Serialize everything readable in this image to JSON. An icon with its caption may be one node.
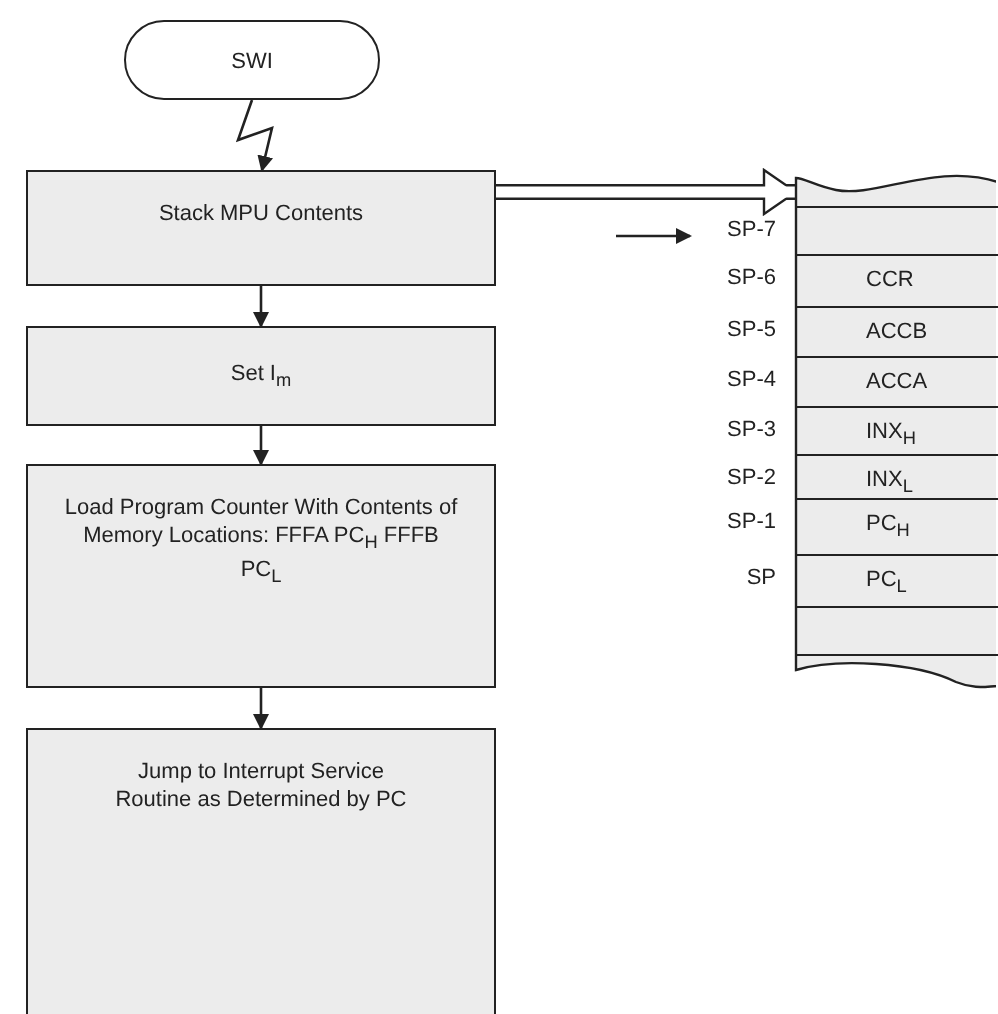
{
  "diagram": {
    "nodes": [
      {
        "text": [
          "SWI"
        ]
      },
      {
        "text": [
          "Stack MPU Contents"
        ]
      },
      {
        "text": [
          "Set I$_{m}$"
        ]
      },
      {
        "text": [
          "Load Program Counter With Contents of Memory Locations: FFFA PC$_{H}$ FFFB PC$_{L}$"
        ]
      },
      {
        "text": [
          "Jump to Interrupt Service Routine as Determined by PC"
        ]
      },
      {
        "text": [],
        "shape": "box"
      },
      {
        "text": [],
        "shape": "box",
        "in": 5,
        "beside": [
          "SP-7"
        ]
      },
      {
        "text": [
          "CCR"
        ],
        "in": 5,
        "beside": [
          "SP-6"
        ]
      },
      {
        "text": [
          "ACCB"
        ],
        "in": 5,
        "beside": [
          "SP-5"
        ]
      },
      {
        "text": [
          "ACCA"
        ],
        "in": 5,
        "beside": [
          "SP-4"
        ]
      },
      {
        "text": [
          "INX$_{H}$"
        ],
        "in": 5,
        "beside": [
          "SP-3"
        ]
      },
      {
        "text": [
          "INX$_{L}$"
        ],
        "in": 5,
        "beside": [
          "SP-2"
        ]
      },
      {
        "text": [
          "PC$_{H}$"
        ],
        "in": 5,
        "beside": [
          "SP-1"
        ]
      },
      {
        "text": [
          "PC$_{L}$"
        ],
        "in": 5,
        "beside": [
          "SP"
        ]
      },
      {
        "text": [],
        "shape": "box",
        "in": 5
      }
    ],
    "edges": [
      {
        "from": 0,
        "to": 1,
        "arrow": "to"
      },
      {
        "from": 1,
        "to": 2,
        "arrow": "to"
      },
      {
        "from": 2,
        "to": 3,
        "arrow": "to"
      },
      {
        "from": 3,
        "to": 4,
        "arrow": "to"
      },
      {
        "from": 1,
        "to": 5,
        "arrow": "to",
        "style": "thick"
      },
      {
        "from": null,
        "to": 6,
        "arrow": "to"
      }
    ]
  }
}
